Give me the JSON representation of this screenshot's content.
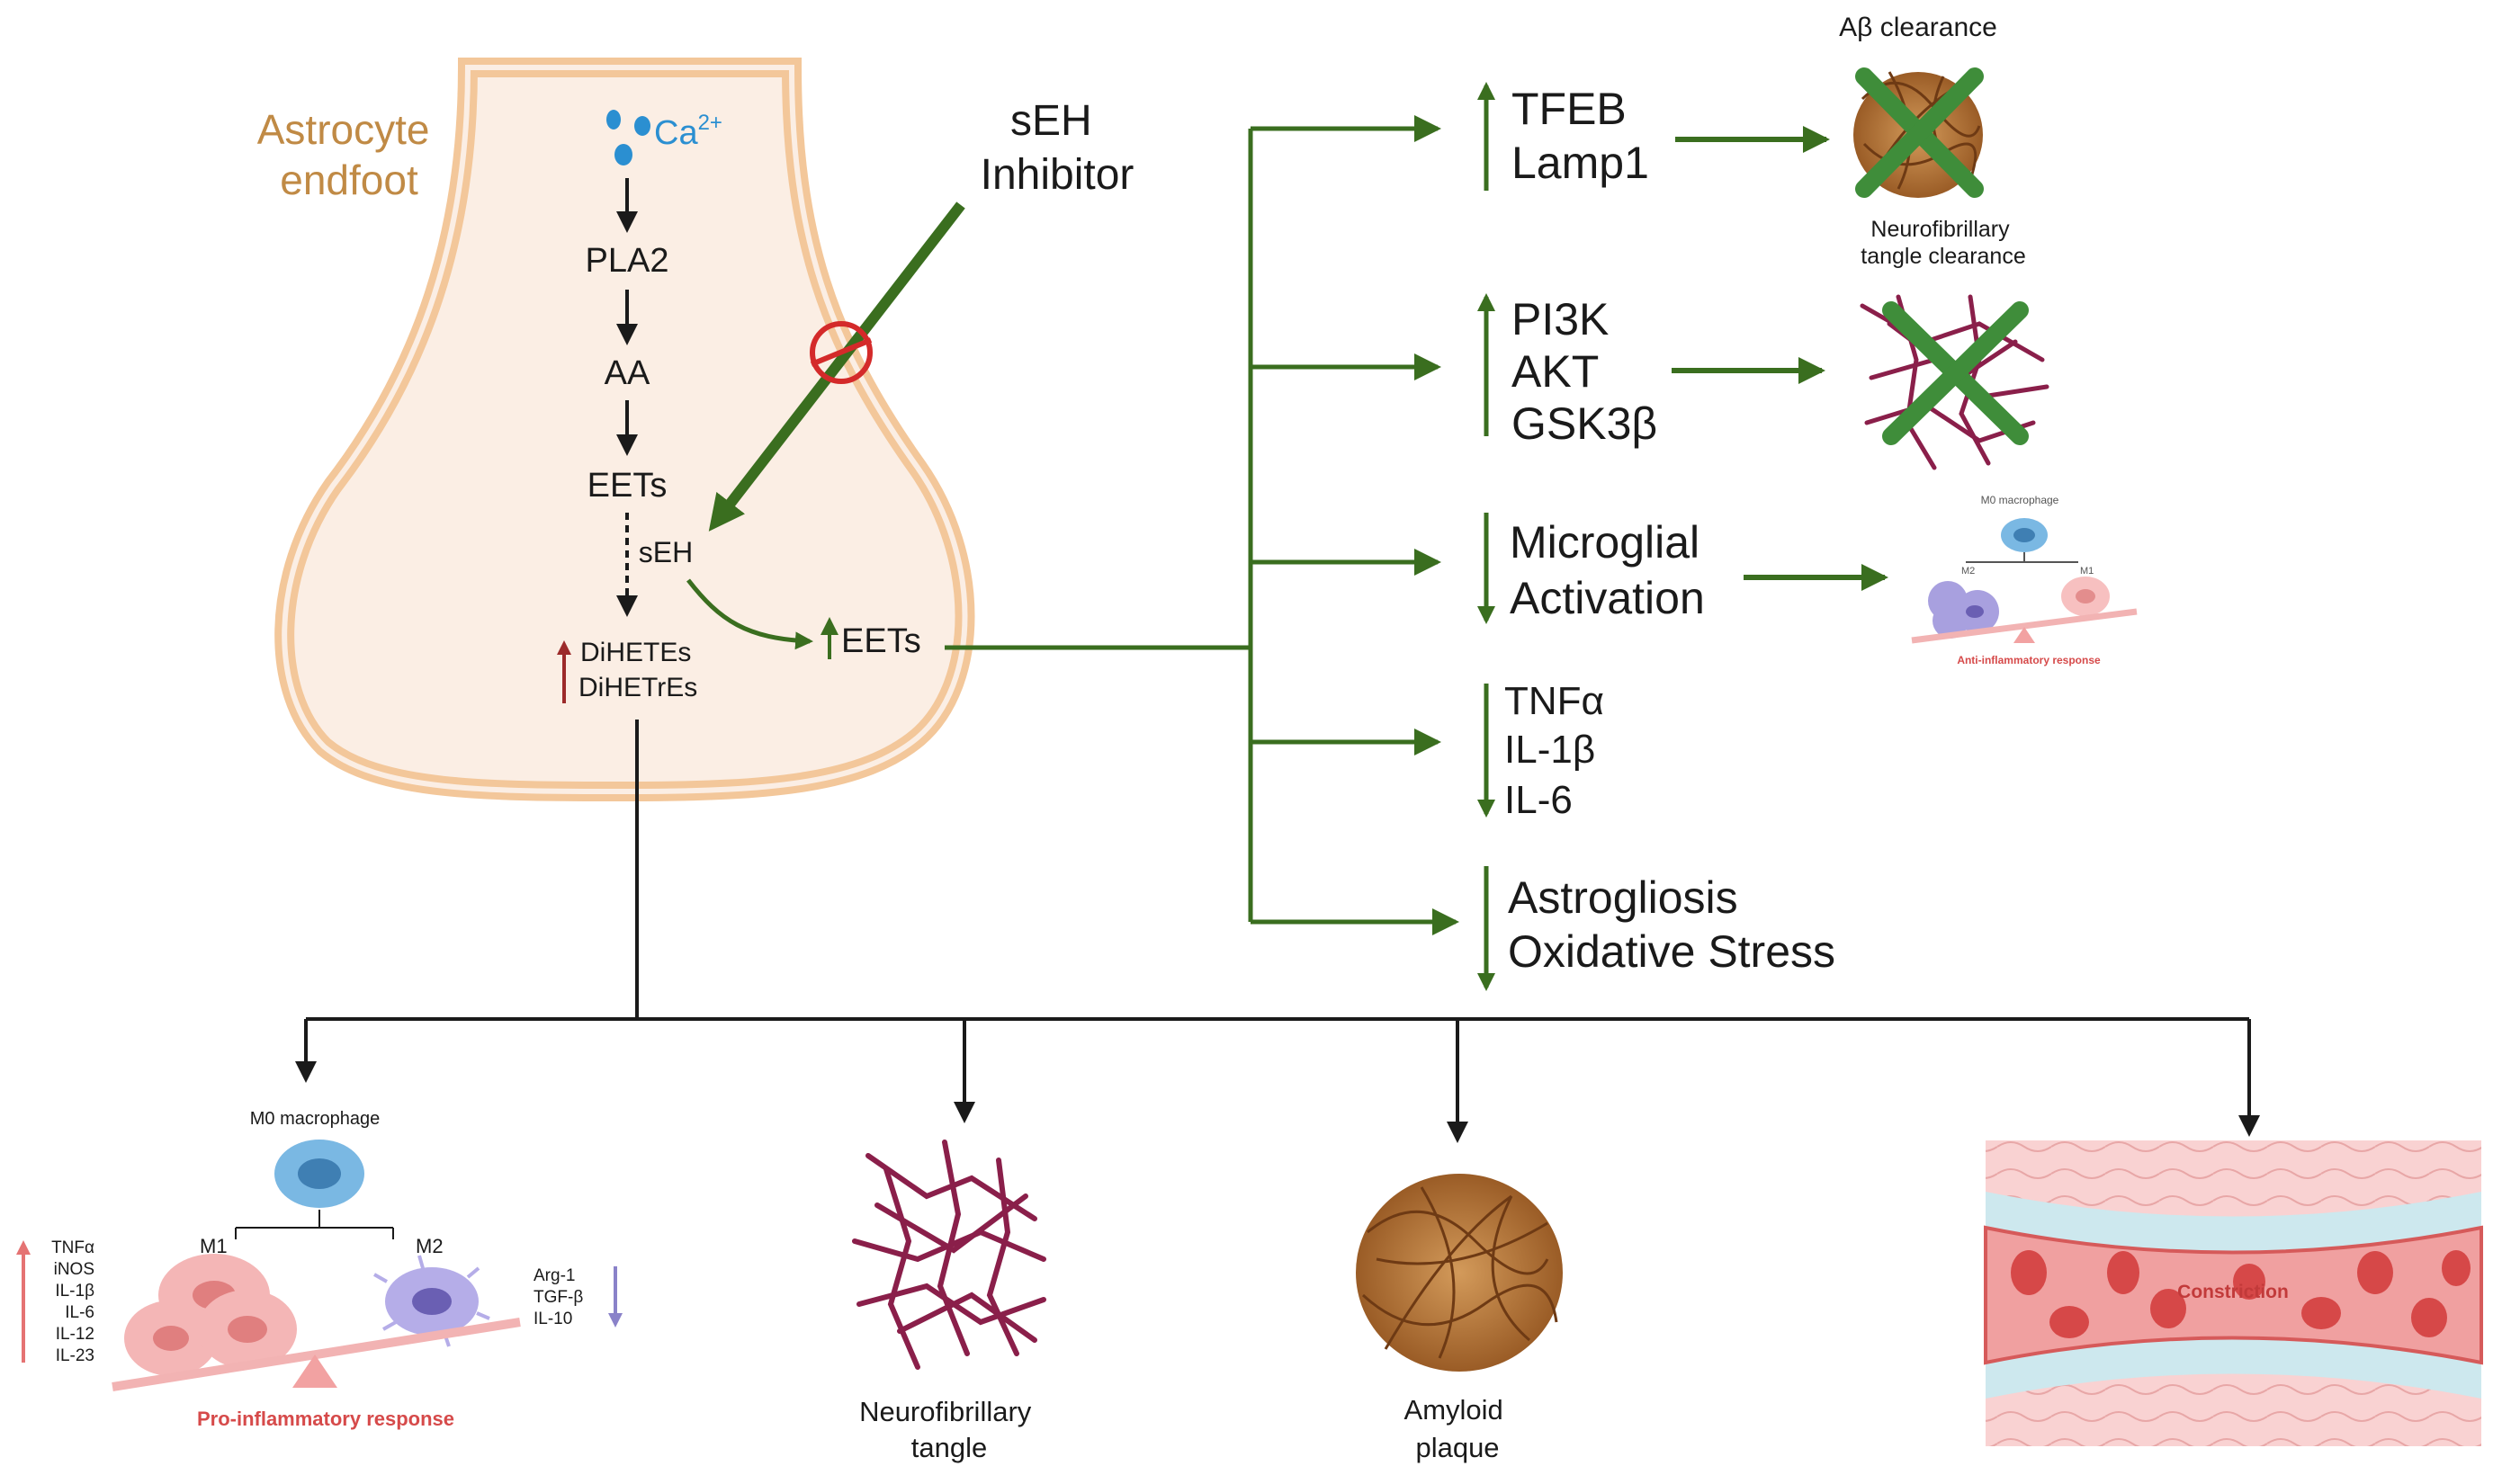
{
  "astrocyte": {
    "label_line1": "Astrocyte",
    "label_line2": "endfoot"
  },
  "pathway": {
    "calcium": "Ca",
    "calcium_sup": "2+",
    "pla2": "PLA2",
    "aa": "AA",
    "eets": "EETs",
    "seh": "sEH",
    "dihetes": "DiHETEs",
    "dihetres": "DiHETrEs"
  },
  "inhibitor": {
    "line1": "sEH",
    "line2": "Inhibitor"
  },
  "eets_up": "EETs",
  "effects": {
    "tfeb": "TFEB",
    "lamp1": "Lamp1",
    "pi3k": "PI3K",
    "akt": "AKT",
    "gsk3b": "GSK3β",
    "microglial": "Microglial",
    "activation": "Activation",
    "tnfa": "TNFα",
    "il1b": "IL-1β",
    "il6": "IL-6",
    "astrogliosis": "Astrogliosis",
    "oxidative": "Oxidative Stress"
  },
  "clearance": {
    "abeta": "Aβ clearance",
    "nft_line1": "Neurofibrillary",
    "nft_line2": "tangle clearance"
  },
  "small_macro": {
    "title": "M0 macrophage",
    "m2": "M2",
    "m1": "M1",
    "response": "Anti-inflammatory response"
  },
  "macrophage": {
    "title": "M0 macrophage",
    "m1": "M1",
    "m2": "M2",
    "pro_markers": [
      "TNFα",
      "iNOS",
      "IL-1β",
      "IL-6",
      "IL-12",
      "IL-23"
    ],
    "anti_markers": [
      "Arg-1",
      "TGF-β",
      "IL-10"
    ],
    "response": "Pro-inflammatory response"
  },
  "outcomes": {
    "nft_line1": "Neurofibrillary",
    "nft_line2": "tangle",
    "amyloid_line1": "Amyloid",
    "amyloid_line2": "plaque",
    "constriction": "Constriction"
  },
  "colors": {
    "green": "#3a6e1f",
    "red_arrow": "#9c2a2a",
    "astro_fill": "#fbeee4",
    "astro_stroke": "#f3c79a",
    "astro_label": "#c08a45",
    "calcium": "#2b8fd1",
    "tangle": "#8a1f4a",
    "plaque": "#b6763a",
    "pink": "#e88a8a",
    "inhibit": "#d42a2a"
  }
}
